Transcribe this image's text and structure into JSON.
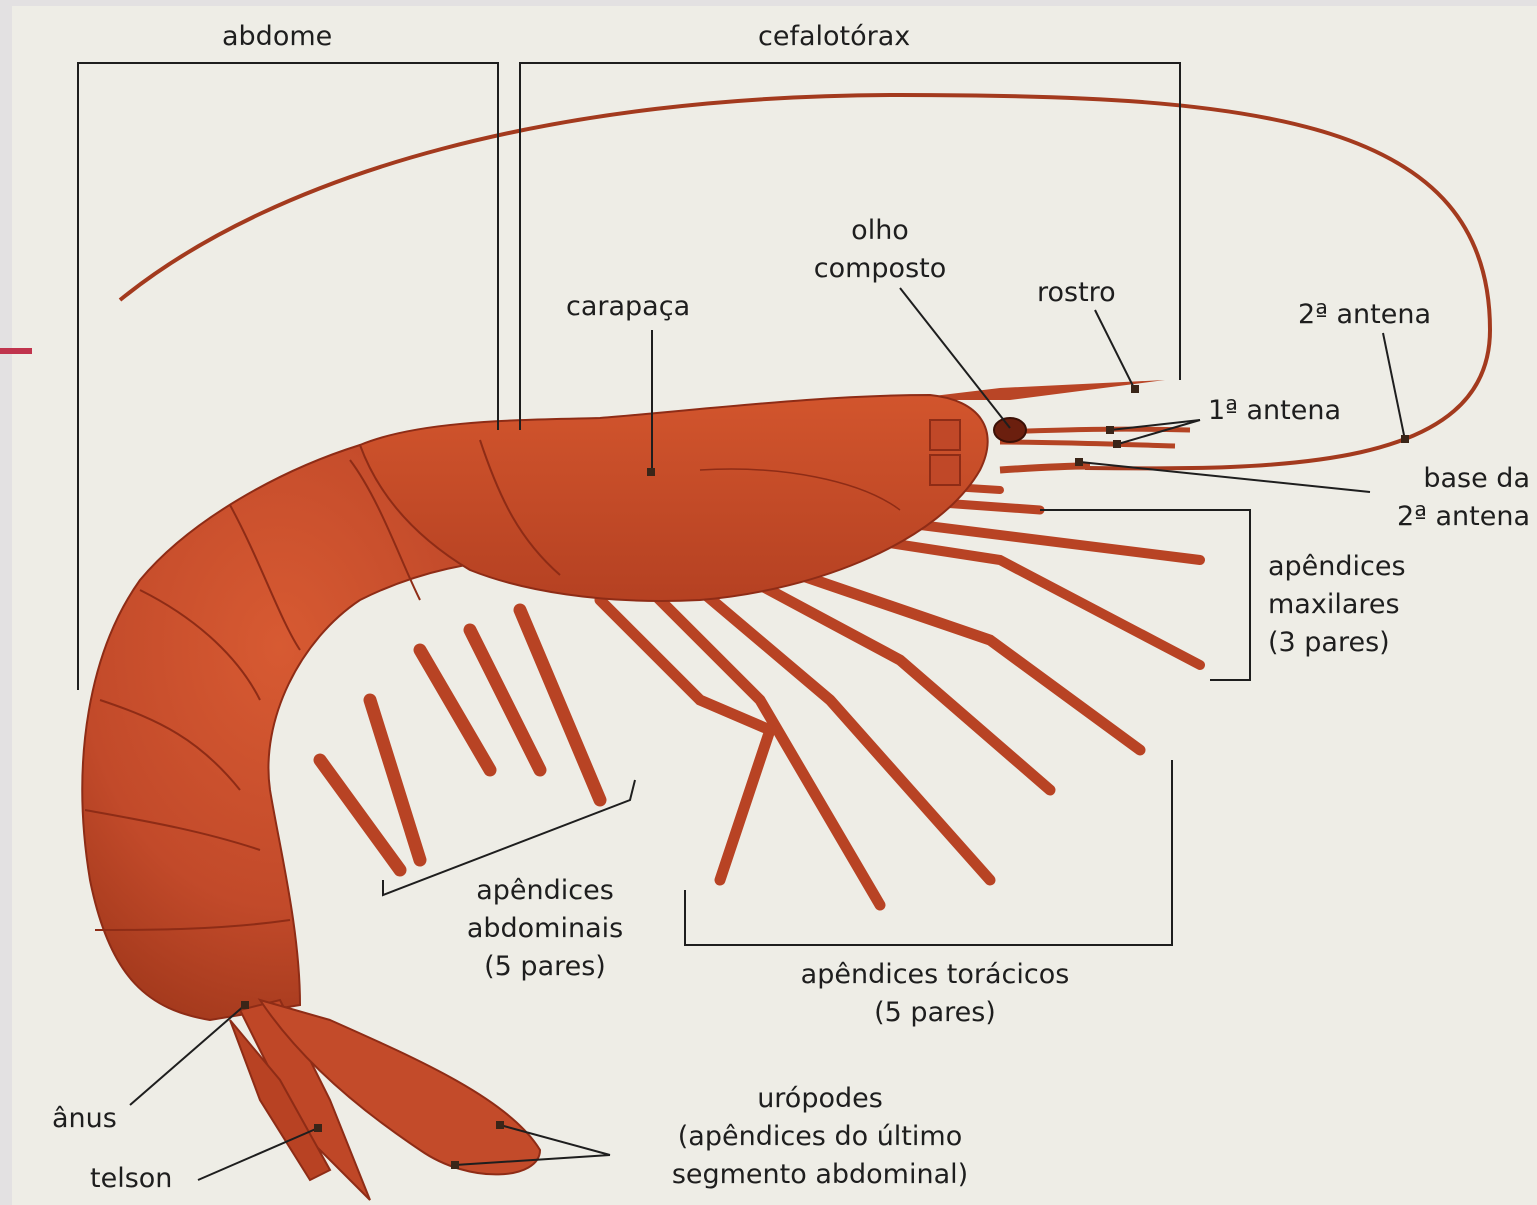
{
  "labels": {
    "abdome": "abdome",
    "cefalotorax": "cefalotórax",
    "olho_composto": [
      "olho",
      "composto"
    ],
    "carapaca": "carapaça",
    "rostro": "rostro",
    "segunda_antena": "2ª antena",
    "primeira_antena": "1ª antena",
    "base_segunda_antena": [
      "base da",
      "2ª antena"
    ],
    "apendices_maxilares": [
      "apêndices",
      "maxilares",
      "(3 pares)"
    ],
    "apendices_abdominais": [
      "apêndices",
      "abdominais",
      "(5 pares)"
    ],
    "apendices_toracicos": [
      "apêndices torácicos",
      "(5 pares)"
    ],
    "uropodes": [
      "urópodes",
      "(apêndices do último",
      "segmento abdominal)"
    ],
    "anus": "ânus",
    "telson": "telson"
  },
  "colors": {
    "page_background": "#e3e1e2",
    "paper": "#eeede6",
    "shrimp_body": "#c24a2a",
    "shrimp_dark": "#8e2c16",
    "leader_lines": "#1e1e1e",
    "accent": "#c0344d"
  }
}
